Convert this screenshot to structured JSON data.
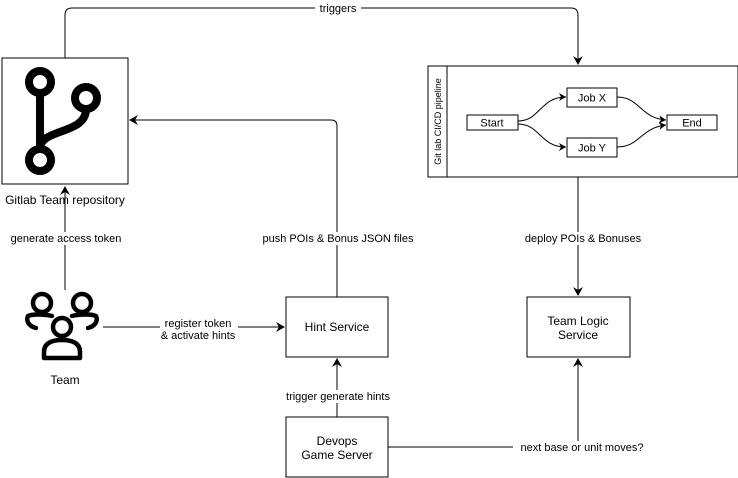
{
  "nodes": {
    "repo": {
      "label": "Gitlab Team repository",
      "icon": "git-branch-icon"
    },
    "pipeline": {
      "title": "Git lab CI/CD pipeline",
      "start": "Start",
      "job_x": "Job X",
      "job_y": "Job Y",
      "end": "End"
    },
    "team": {
      "label": "Team",
      "icon": "team-users-icon"
    },
    "hint_service": {
      "label": "Hint Service"
    },
    "team_logic": {
      "line1": "Team Logic",
      "line2": "Service"
    },
    "devops": {
      "line1": "Devops",
      "line2": "Game Server"
    }
  },
  "edges": {
    "triggers": "triggers",
    "generate_token": "generate access token",
    "push_pois": "push POIs & Bonus JSON files",
    "deploy": "deploy POIs & Bonuses",
    "register_line1": "register token",
    "register_line2": "& activate hints",
    "trigger_hints": "trigger generate hints",
    "next_base": "next base or unit moves?"
  },
  "colors": {
    "stroke": "#000000",
    "background": "#ffffff"
  }
}
